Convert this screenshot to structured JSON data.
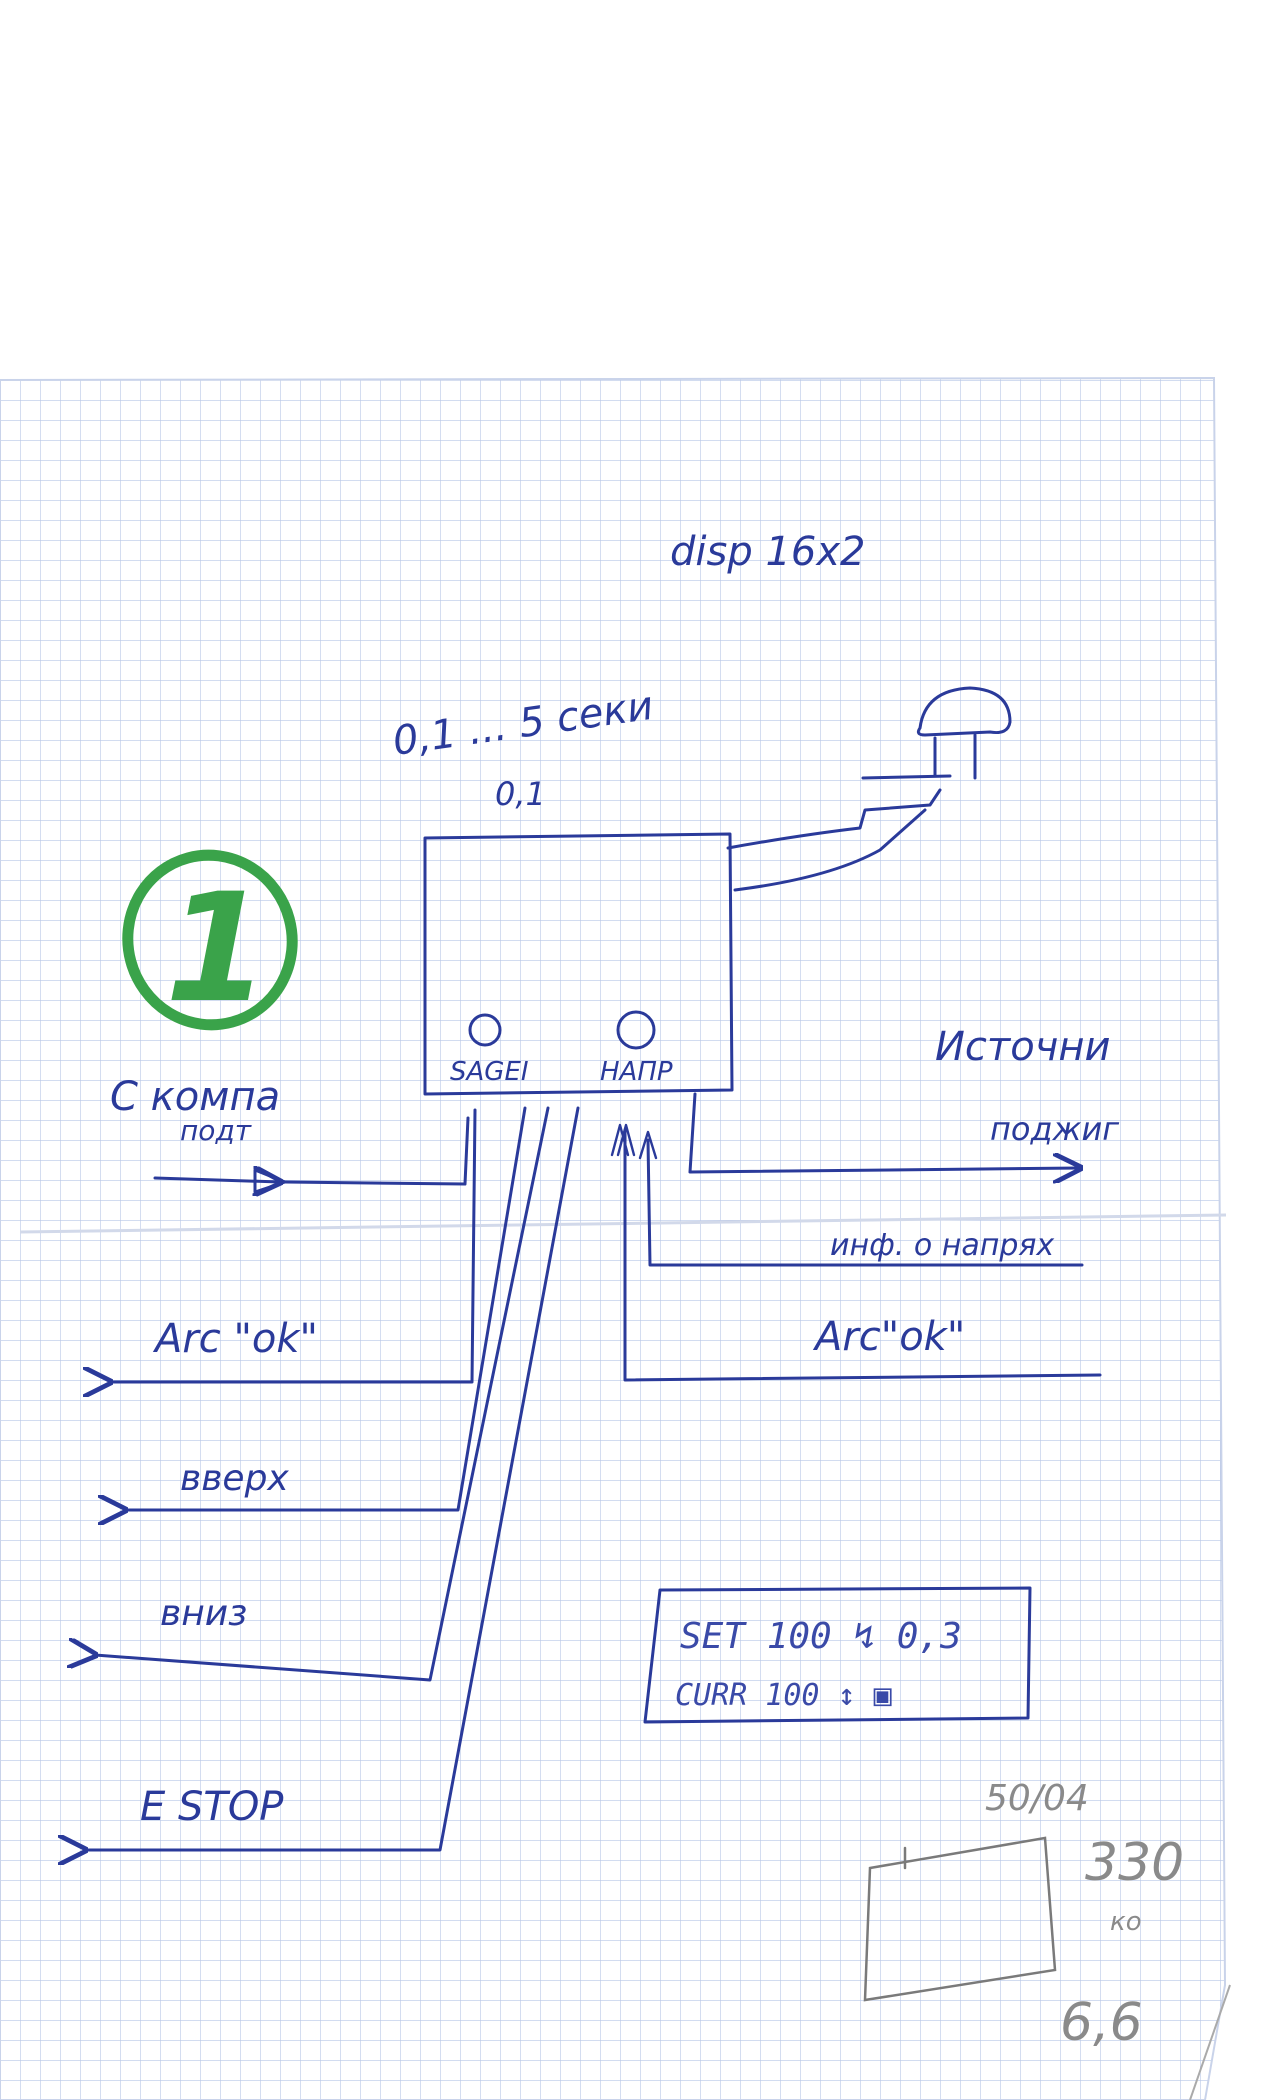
{
  "labels": {
    "display": "disp 16x2",
    "range": "0,1 ... 5 секи",
    "range_step": "0,1",
    "mark_number": "1",
    "knob_left": "SAGEI",
    "knob_right": "НАПР",
    "input_line1": "С компа",
    "input_line2": "подт",
    "source_line1": "Источни",
    "source_line2": "поджиг",
    "voltage_info": "инф. о напрях",
    "arc_ok_left": "Arc \"ok\"",
    "arc_ok_right": "Arc\"ok\"",
    "up": "вверх",
    "down": "вниз",
    "estop": "E STOP",
    "lcd_line1": "SET 100 ↯ 0,3",
    "lcd_line2": "CURR 100 ↕ ▣",
    "pencil_note1": "50/04",
    "pencil_note2": "330",
    "pencil_note3": "ко",
    "pencil_note4": "6,6"
  },
  "colors": {
    "paper": "#ffffff",
    "grid": "#b8c6e6",
    "ink": "#2a3a9a",
    "green_marker": "#3aa34a",
    "pencil": "#8a8a8a"
  }
}
